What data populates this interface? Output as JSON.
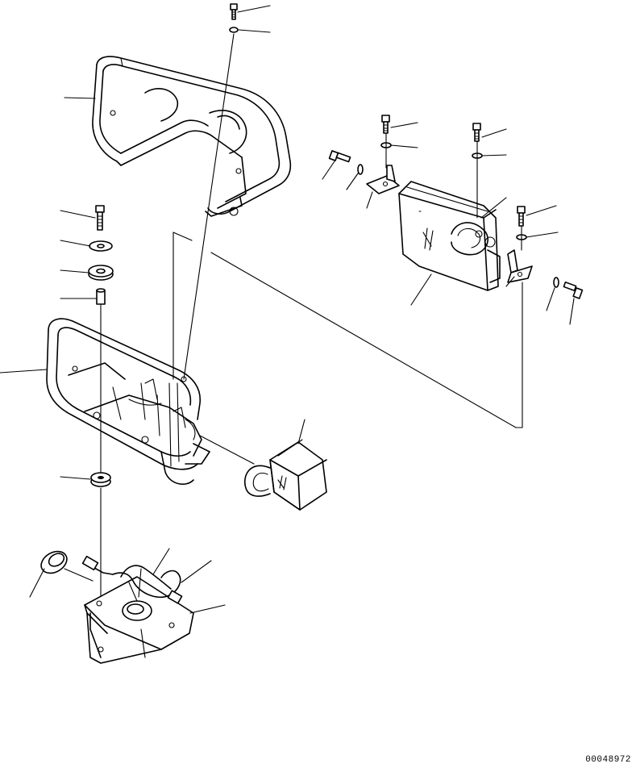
{
  "drawing": {
    "id": "00048972"
  },
  "colors": {
    "line": "#000000",
    "background": "#ffffff"
  },
  "parts": [
    {
      "name": "upper-guard",
      "label": ""
    },
    {
      "name": "upper-bolt",
      "label": ""
    },
    {
      "name": "upper-washer",
      "label": ""
    },
    {
      "name": "lower-guard",
      "label": ""
    },
    {
      "name": "guard-bolt",
      "label": ""
    },
    {
      "name": "flat-washer",
      "label": ""
    },
    {
      "name": "cushion-rubber",
      "label": ""
    },
    {
      "name": "collar",
      "label": ""
    },
    {
      "name": "rubber-mount",
      "label": ""
    },
    {
      "name": "front-lamp",
      "label": ""
    },
    {
      "name": "rear-lamp",
      "label": ""
    },
    {
      "name": "lamp-bracket-left",
      "label": ""
    },
    {
      "name": "lamp-bracket-right",
      "label": ""
    },
    {
      "name": "grommet",
      "label": ""
    },
    {
      "name": "mounting-plate",
      "label": ""
    },
    {
      "name": "wire-harness",
      "label": ""
    }
  ]
}
